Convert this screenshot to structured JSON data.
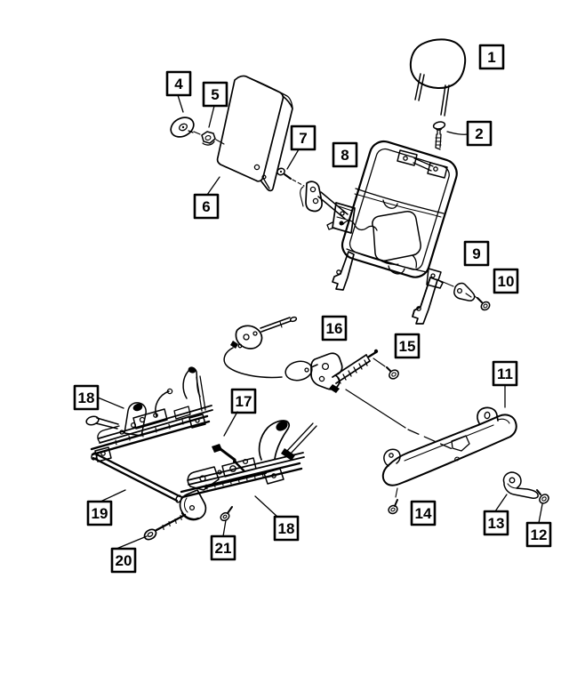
{
  "diagram": {
    "background_color": "#ffffff",
    "line_color": "#000000",
    "description_note": ""
  },
  "callouts": [
    {
      "label": "1"
    },
    {
      "label": "2"
    },
    {
      "label": "4"
    },
    {
      "label": "5"
    },
    {
      "label": "6"
    },
    {
      "label": "7"
    },
    {
      "label": "8"
    },
    {
      "label": "9"
    },
    {
      "label": "10"
    },
    {
      "label": "11"
    },
    {
      "label": "12"
    },
    {
      "label": "13"
    },
    {
      "label": "14"
    },
    {
      "label": "15"
    },
    {
      "label": "16"
    },
    {
      "label": "17"
    },
    {
      "label": "18"
    },
    {
      "label": "18"
    },
    {
      "label": "19"
    },
    {
      "label": "20"
    },
    {
      "label": "21"
    }
  ]
}
